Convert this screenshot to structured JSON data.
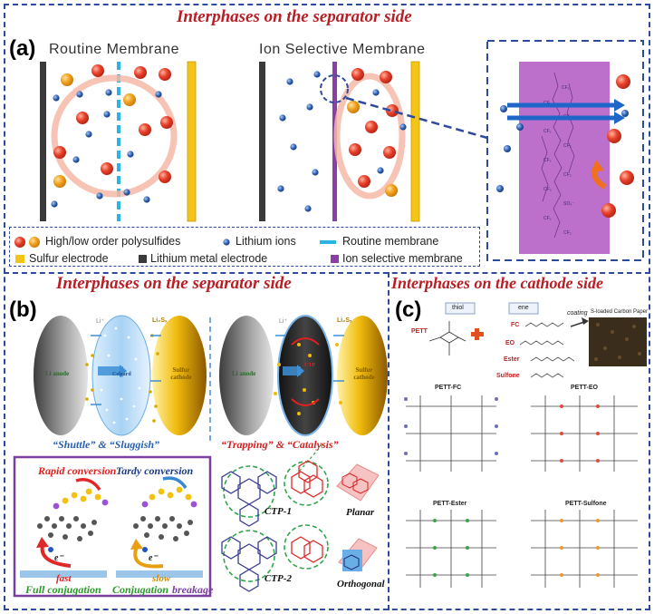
{
  "panel_a": {
    "title": "Interphases on the separator side",
    "letter": "(a)",
    "routine_label": "Routine Membrane",
    "selective_label": "Ion Selective Membrane",
    "legend": {
      "polysulfides": "High/low order polysulfides",
      "lithium_ions": "Lithium ions",
      "routine_membrane": "Routine membrane",
      "sulfur_electrode": "Sulfur electrode",
      "lithium_metal": "Lithium metal electrode",
      "ion_selective": "Ion selective membrane"
    }
  },
  "panel_b": {
    "title": "Interphases on the separator side",
    "letter": "(b)",
    "li_plus": "Li⁺",
    "lisx": "Li₂Sₓ",
    "li_anode": "Li anode",
    "celgard": "Celgard",
    "sulfur_cathode": "Sulfur cathode",
    "ctp": "CTP",
    "shuttle_caption_a": "“Shuttle” & “Sluggish”",
    "trapping_caption": "“Trapping” & “Catalysis”",
    "rapid": "Rapid conversion",
    "tardy": "Tardy conversion",
    "fast": "fast",
    "slow": "slow",
    "full_conj": "Full conjugation",
    "conj_break_1": "Conjugation",
    "conj_break_2": "breakage",
    "electron": "e⁻",
    "ctp1": "CTP-1",
    "ctp2": "CTP-2",
    "planar": "Planar",
    "orthogonal": "Orthogonal"
  },
  "panel_c": {
    "title": "Interphases on the cathode side",
    "letter": "(c)",
    "thiol": "thiol",
    "ene": "ene",
    "pett": "PETT",
    "fc": "FC",
    "eo": "EO",
    "ester": "Ester",
    "sulfone": "Sulfone",
    "coating": "coating",
    "paper": "S-loaded Carbon Paper",
    "net_fc": "PETT-FC",
    "net_eo": "PETT-EO",
    "net_ester": "PETT-Ester",
    "net_sulfone": "PETT-Sulfone"
  },
  "colors": {
    "title_red": "#b81e24",
    "border_blue": "#2e4a9a",
    "polysulfide_red": "#e8412c",
    "polysulfide_orange": "#f2a21e",
    "lithium_blue": "#2a5db0",
    "routine_cyan": "#2ab4e6",
    "sulfur_yellow": "#f4c518",
    "lithium_dark": "#3a3a3a",
    "selective_purple": "#8b3fa6"
  }
}
